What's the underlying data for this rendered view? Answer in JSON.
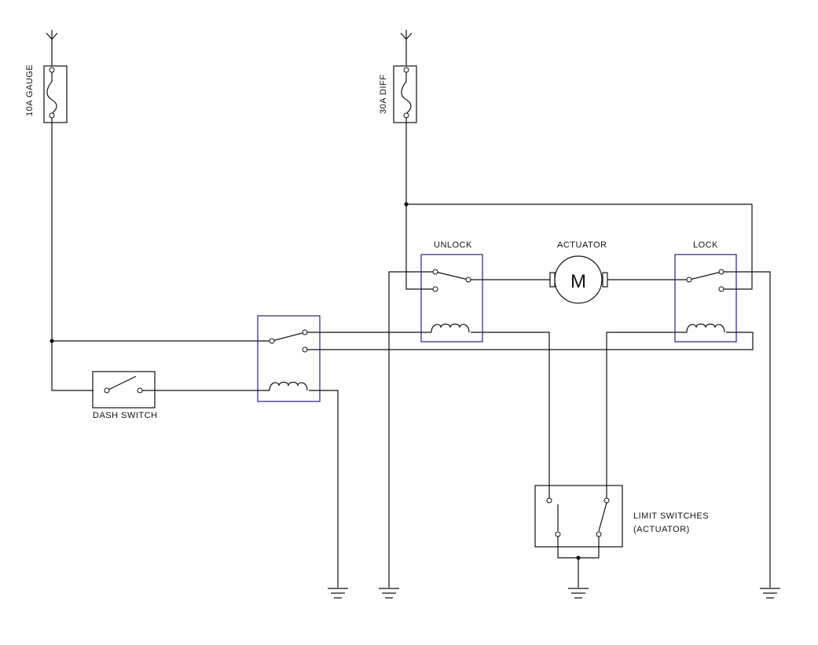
{
  "labels": {
    "fuse_gauge": "10A GAUGE",
    "fuse_diff": "30A DIFF",
    "unlock": "UNLOCK",
    "actuator": "ACTUATOR",
    "motor": "M",
    "lock": "LOCK",
    "dash_switch": "DASH SWITCH",
    "limit_switches_line1": "LIMIT SWITCHES",
    "limit_switches_line2": "(ACTUATOR)"
  },
  "colors": {
    "wire": "#111111",
    "relay_outline": "#23237a",
    "background": "#ffffff"
  }
}
